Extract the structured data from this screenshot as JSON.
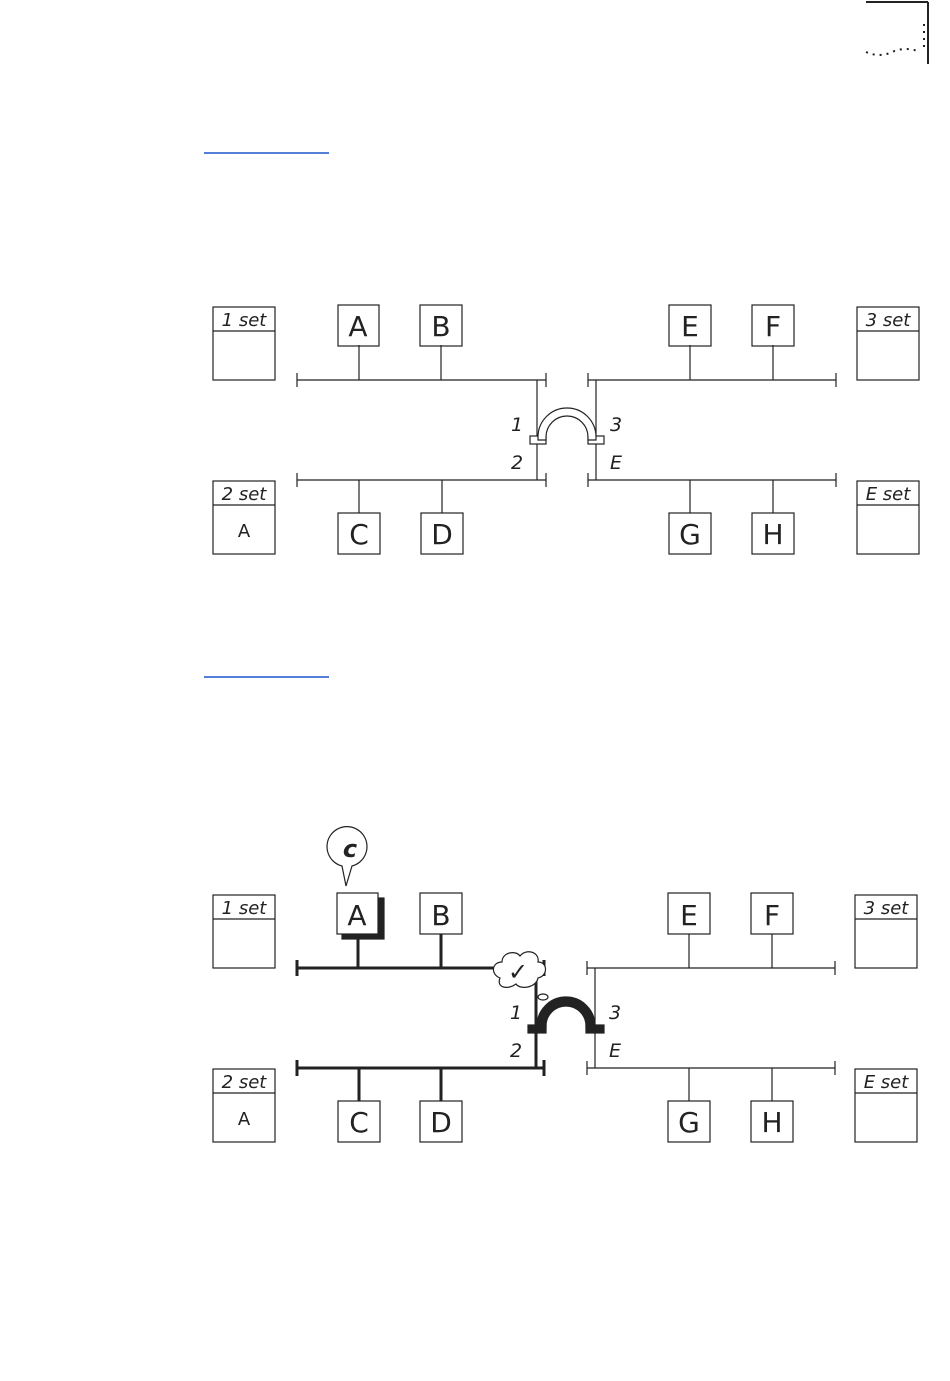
{
  "figure1": {
    "nodes": {
      "a": "A",
      "b": "B",
      "c": "C",
      "d": "D",
      "e": "E",
      "f": "F",
      "g": "G",
      "h": "H"
    },
    "tables": {
      "t1": {
        "header": "1 set",
        "entry": ""
      },
      "t2": {
        "header": "2 set",
        "entry": "A"
      },
      "t3": {
        "header": "3 set",
        "entry": ""
      },
      "t4": {
        "header": "E set",
        "entry": ""
      }
    },
    "ports": {
      "p1": "1",
      "p2": "2",
      "p3": "3",
      "p4": "E"
    }
  },
  "figure2": {
    "nodes": {
      "a": "A",
      "b": "B",
      "c": "C",
      "d": "D",
      "e": "E",
      "f": "F",
      "g": "G",
      "h": "H"
    },
    "tables": {
      "t1": {
        "header": "1 set",
        "entry": ""
      },
      "t2": {
        "header": "2 set",
        "entry": "A"
      },
      "t3": {
        "header": "3 set",
        "entry": ""
      },
      "t4": {
        "header": "E set",
        "entry": ""
      }
    },
    "ports": {
      "p1": "1",
      "p2": "2",
      "p3": "3",
      "p4": "E"
    },
    "callout": "c",
    "thought_mark": "✓"
  },
  "colors": {
    "link": "#1a56c9",
    "ink": "#222222"
  }
}
